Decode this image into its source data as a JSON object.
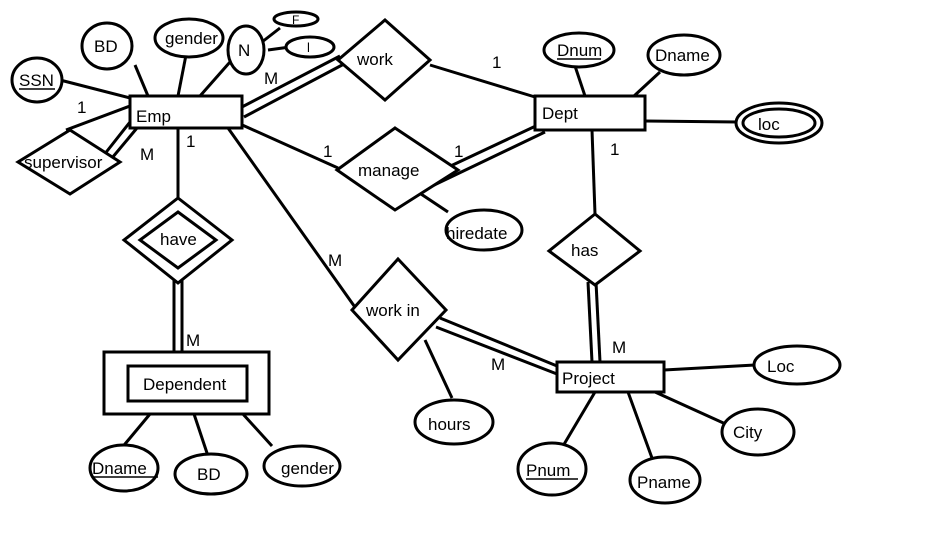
{
  "entities": {
    "emp": "Emp",
    "dept": "Dept",
    "project": "Project",
    "dependent": "Dependent"
  },
  "relationships": {
    "work": "work",
    "manage": "manage",
    "supervisor": "supervisor",
    "have": "have",
    "has": "has",
    "work_in": "work in"
  },
  "attributes": {
    "ssn": "SSN",
    "emp_bd": "BD",
    "gender": "gender",
    "name": "N",
    "fname": "F",
    "lname": "l",
    "dnum": "Dnum",
    "dname": "Dname",
    "loc": "loc",
    "hiredate": "hiredate",
    "hours": "hours",
    "project_loc": "Loc",
    "city": "City",
    "pnum": "Pnum",
    "pname": "Pname",
    "dep_dname": "Dname",
    "dep_bd": "BD",
    "dep_gender": "gender"
  },
  "cardinalities": {
    "work_emp": "M",
    "work_dept": "1",
    "manage_emp": "1",
    "manage_dept": "1",
    "sup_1": "1",
    "sup_m": "M",
    "have_emp": "1",
    "have_dep": "M",
    "workin_emp": "M",
    "workin_proj": "M",
    "has_dept": "1",
    "has_proj": "M"
  }
}
